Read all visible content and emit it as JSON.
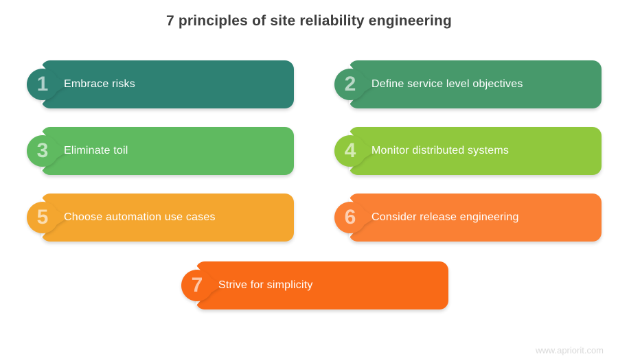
{
  "title": "7 principles of site reliability engineering",
  "watermark": "www.apriorit.com",
  "colors": {
    "title_text": "#3d3d3d",
    "bar_text": "#ffffff",
    "watermark_text": "#d9d9d9"
  },
  "principles": [
    {
      "number": "1",
      "label": "Embrace risks",
      "color": "#2E8173"
    },
    {
      "number": "2",
      "label": "Define service level objectives",
      "color": "#47996B"
    },
    {
      "number": "3",
      "label": "Eliminate toil",
      "color": "#5FBA60"
    },
    {
      "number": "4",
      "label": "Monitor distributed systems",
      "color": "#90C83D"
    },
    {
      "number": "5",
      "label": "Choose automation use cases",
      "color": "#F4A62F"
    },
    {
      "number": "6",
      "label": "Consider release engineering",
      "color": "#FA8034"
    },
    {
      "number": "7",
      "label": "Strive for simplicity",
      "color": "#F96A17"
    }
  ]
}
